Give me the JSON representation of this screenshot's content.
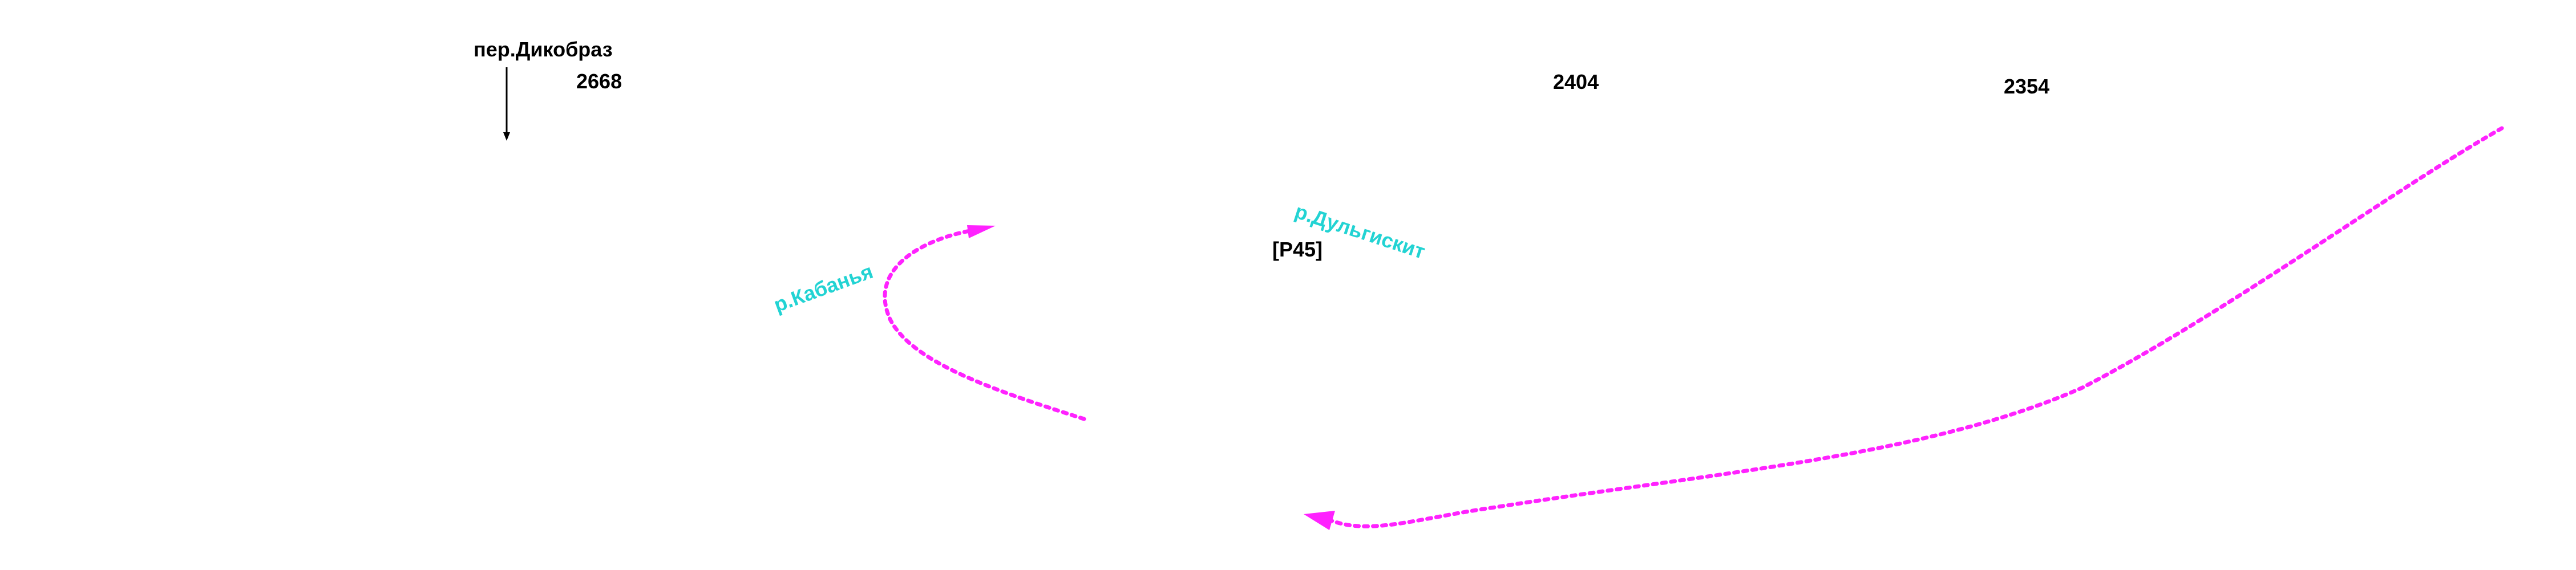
{
  "map": {
    "pass": {
      "name": "пер.Дикобраз"
    },
    "elevations": {
      "e1": "2668",
      "e2": "2404",
      "e3": "2354"
    },
    "rivers": {
      "r1": "р.Кабанья",
      "r2": "р.Дульгискит"
    },
    "marker": "[P45]",
    "colors": {
      "route": "#ff22ff",
      "river_label": "#22d3d3",
      "text": "#000000"
    }
  }
}
